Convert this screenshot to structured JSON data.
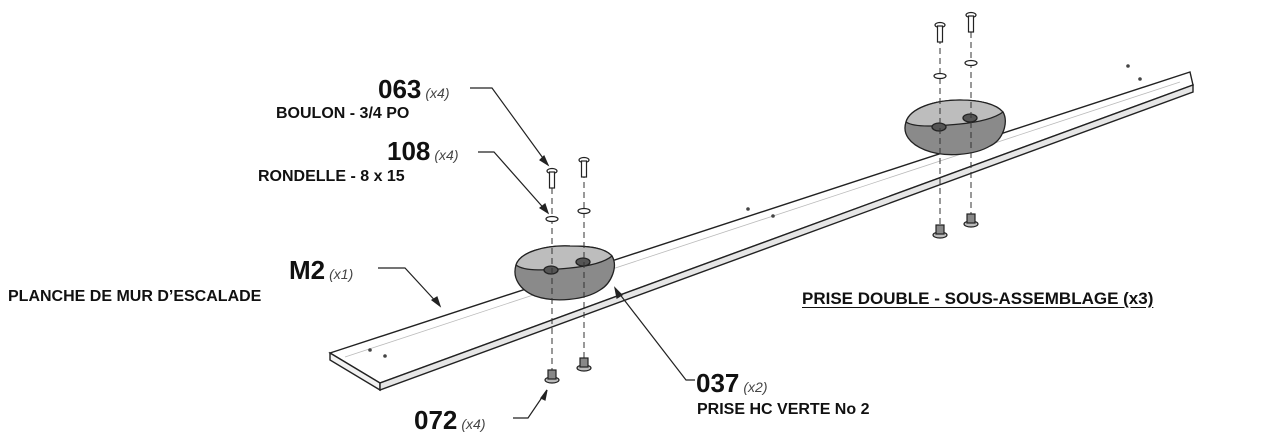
{
  "title": "PRISE DOUBLE - SOUS-ASSEMBLAGE (x3)",
  "parts": [
    {
      "id": "p063",
      "number": "063",
      "qty": "(x4)",
      "desc": "BOULON - 3/4 PO"
    },
    {
      "id": "p108",
      "number": "108",
      "qty": "(x4)",
      "desc": "RONDELLE - 8 x 15"
    },
    {
      "id": "pM2",
      "number": "M2",
      "qty": "(x1)",
      "desc": "PLANCHE DE MUR D’ESCALADE"
    },
    {
      "id": "p037",
      "number": "037",
      "qty": "(x2)",
      "desc": "PRISE HC VERTE No 2"
    },
    {
      "id": "p072",
      "number": "072",
      "qty": "(x4)",
      "desc": ""
    }
  ],
  "colors": {
    "line": "#222222",
    "hold": "#7a7a7a",
    "hold_dark": "#4a4a4a",
    "board": "#ffffff"
  }
}
